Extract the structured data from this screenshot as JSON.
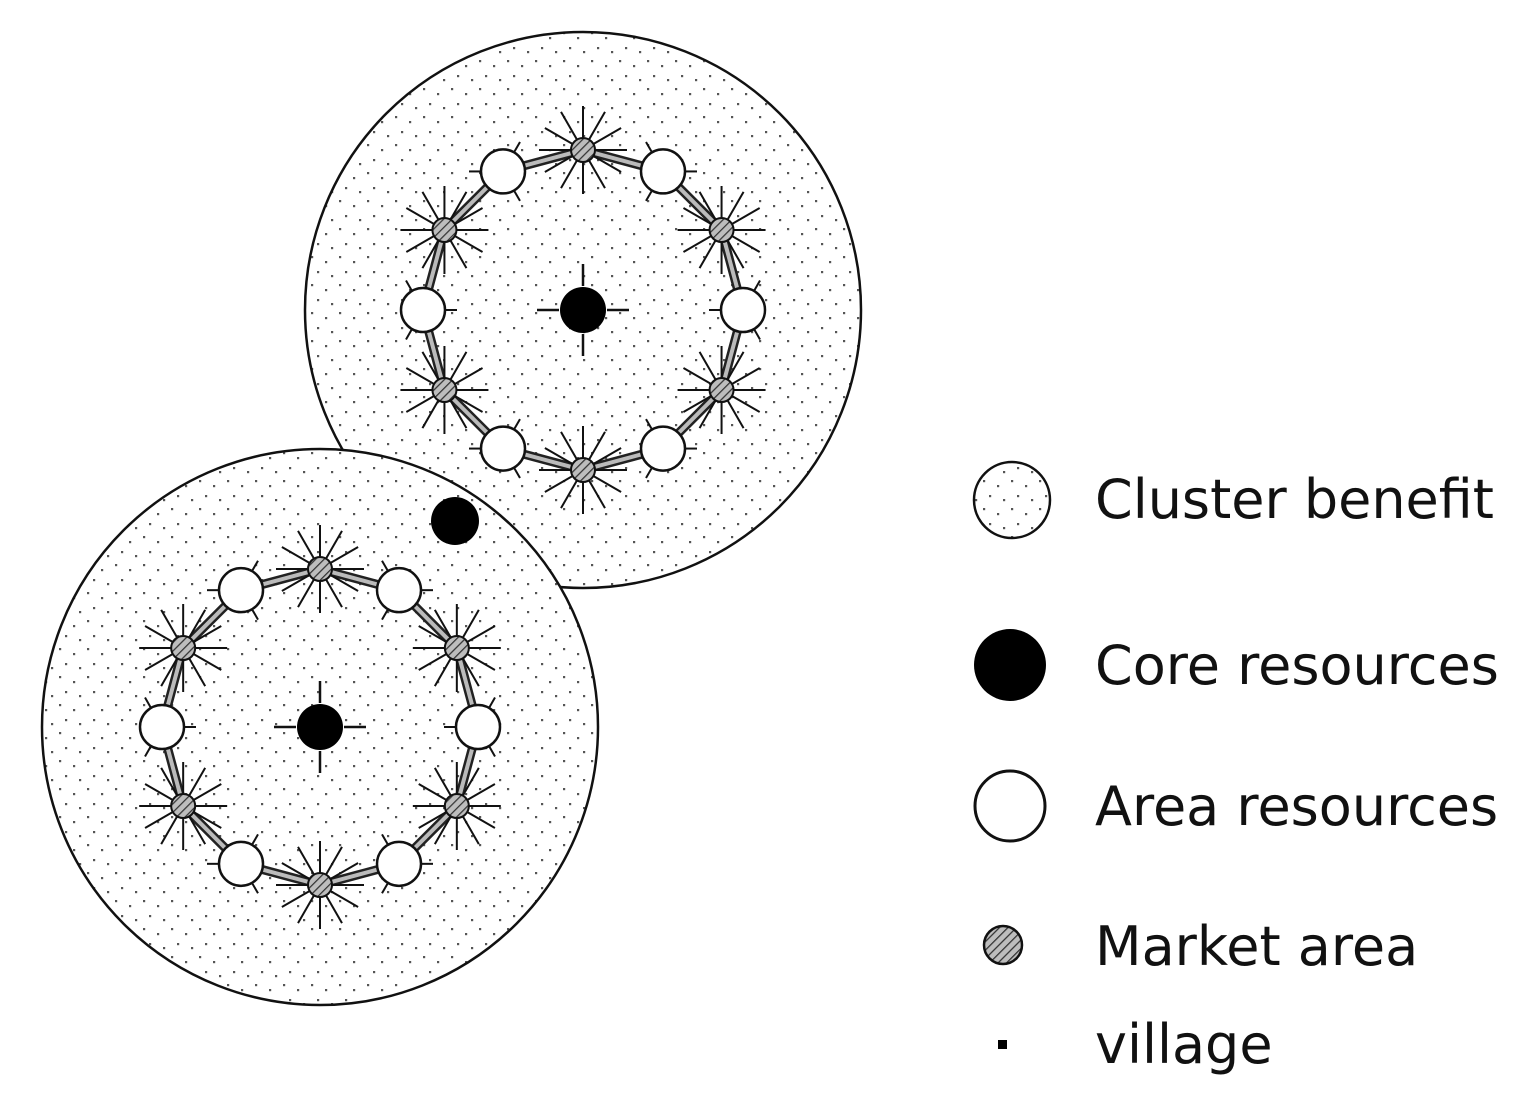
{
  "diagram": {
    "clusters": [
      {
        "core": {
          "label": "core-resource"
        }
      },
      {
        "core": {
          "label": "core-resource"
        }
      }
    ],
    "shared_core": {
      "label": "core-resource"
    }
  },
  "legend": {
    "items": [
      {
        "symbol": "cluster-benefit",
        "label": "Cluster benefit"
      },
      {
        "symbol": "core-resources",
        "label": "Core resources"
      },
      {
        "symbol": "area-resources",
        "label": "Area resources"
      },
      {
        "symbol": "market-area",
        "label": "Market area"
      },
      {
        "symbol": "village",
        "label": "village"
      }
    ]
  },
  "colors": {
    "ink": "#111111",
    "stipple": "#555555",
    "market_fill": "#9a9a9a",
    "background": "#ffffff"
  }
}
